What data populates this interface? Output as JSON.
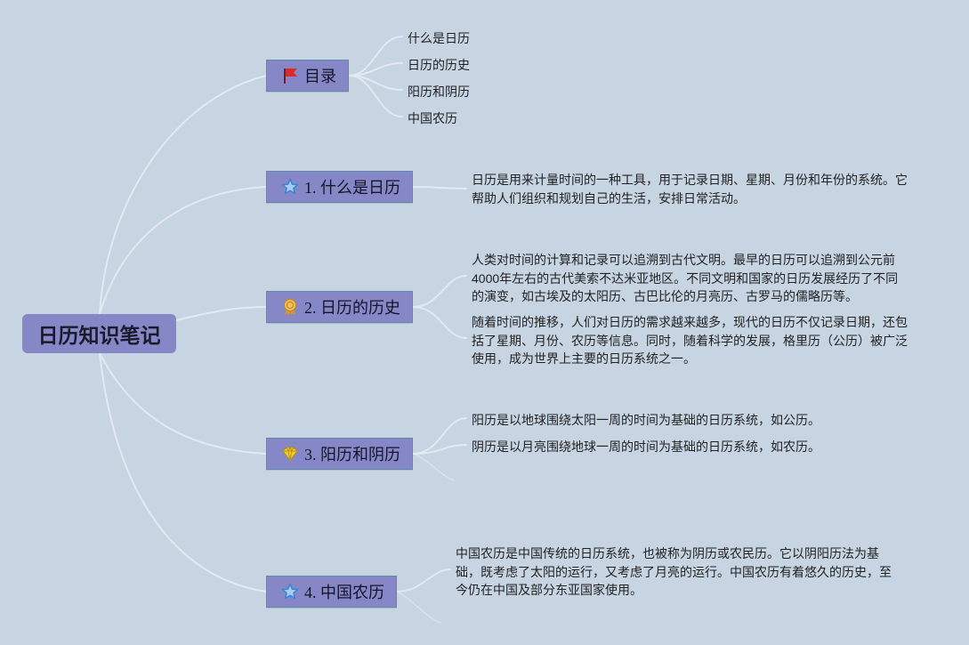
{
  "root": {
    "label": "日历知识笔记"
  },
  "toc": {
    "label": "目录",
    "icon": "red-flag-icon",
    "items": [
      "什么是日历",
      "日历的历史",
      "阳历和阴历",
      "中国农历"
    ]
  },
  "sections": [
    {
      "label": "1. 什么是日历",
      "icon": "star-icon",
      "paragraphs": [
        "日历是用来计量时间的一种工具，用于记录日期、星期、月份和年份的系统。它帮助人们组织和规划自己的生活，安排日常活动。"
      ]
    },
    {
      "label": "2. 日历的历史",
      "icon": "award-medal-icon",
      "paragraphs": [
        "人类对时间的计算和记录可以追溯到古代文明。最早的日历可以追溯到公元前4000年左右的古代美索不达米亚地区。不同文明和国家的日历发展经历了不同的演变，如古埃及的太阳历、古巴比伦的月亮历、古罗马的儒略历等。",
        "随着时间的推移，人们对日历的需求越来越多，现代的日历不仅记录日期，还包括了星期、月份、农历等信息。同时，随着科学的发展，格里历（公历）被广泛使用，成为世界上主要的日历系统之一。"
      ]
    },
    {
      "label": "3. 阳历和阴历",
      "icon": "diamond-icon",
      "paragraphs": [
        "阳历是以地球围绕太阳一周的时间为基础的日历系统，如公历。",
        "阴历是以月亮围绕地球一周的时间为基础的日历系统，如农历。"
      ]
    },
    {
      "label": "4. 中国农历",
      "icon": "star-icon",
      "paragraphs": [
        "中国农历是中国传统的日历系统，也被称为阴历或农民历。它以阴阳历法为基础，既考虑了太阳的运行，又考虑了月亮的运行。中国农历有着悠久的历史，至今仍在中国及部分东亚国家使用。"
      ]
    }
  ],
  "colors": {
    "background": "#c7d4e2",
    "node_fill": "#8587c7",
    "connector": "#e6edf5",
    "flag": "#e02828",
    "star": "#3d86d6",
    "medal": "#e2a63a",
    "diamond": "#f2cd2a"
  }
}
